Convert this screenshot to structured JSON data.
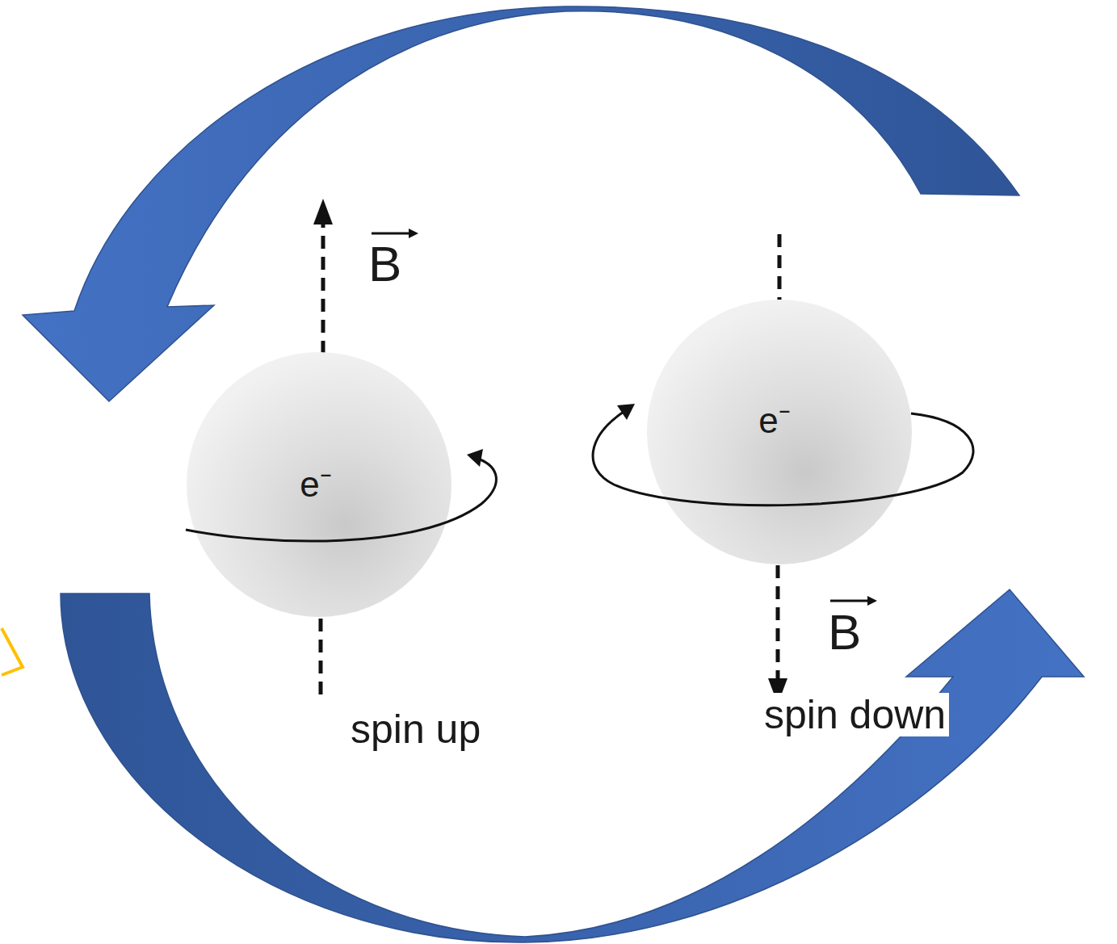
{
  "diagram": {
    "nodes": [
      {
        "text": [
          "e⁻"
        ]
      },
      {
        "text": [
          "e⁻"
        ]
      }
    ],
    "labels": [
      "B",
      "B",
      "spin up",
      "spin down"
    ]
  }
}
